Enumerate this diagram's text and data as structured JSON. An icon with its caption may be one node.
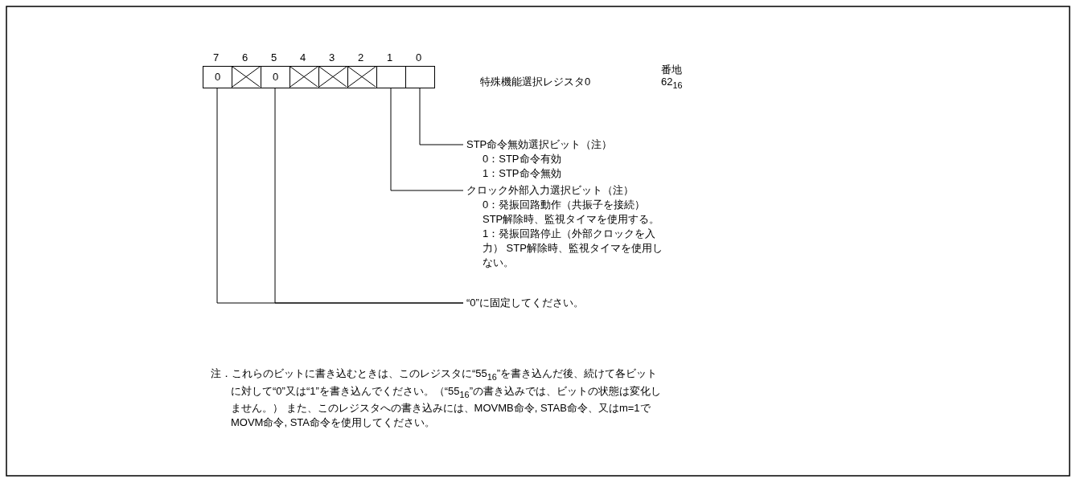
{
  "diagram": {
    "nodes": [
      {
        "text": [
          "0"
        ]
      },
      {
        "text": [],
        "shape": "box"
      },
      {
        "text": [
          "0"
        ]
      },
      {
        "text": [],
        "shape": "box"
      },
      {
        "text": [],
        "shape": "box"
      },
      {
        "text": [],
        "shape": "box"
      },
      {
        "text": [],
        "shape": "box"
      },
      {
        "text": [],
        "shape": "box"
      },
      {
        "text": [
          "STP命令無効選択ビット（注）",
          "0：STP命令有効",
          "1：STP命令無効"
        ]
      },
      {
        "text": [
          "クロック外部入力選択ビット（注）",
          "0：発振回路動作（共振子を接続） STP解除時、監視タイマを使用する。",
          "1：発振回路停止（外部クロックを入力） STP解除時、監視タイマを使用しない。"
        ]
      },
      {
        "text": [
          "“0”に固定してください。"
        ]
      }
    ],
    "edges": [
      {
        "from": 7,
        "to": 8,
        "arrow": "none"
      },
      {
        "from": 6,
        "to": 9,
        "arrow": "none"
      },
      {
        "from": 0,
        "to": 10,
        "arrow": "none"
      },
      {
        "from": 2,
        "to": 10,
        "arrow": "none"
      }
    ],
    "labels": [
      "7",
      "6",
      "5",
      "4",
      "3",
      "2",
      "1",
      "0",
      "番地",
      "特殊機能選択レジスタ0",
      "62$_{16}$",
      "注．これらのビットに書き込むときは、このレジスタに“55$_{16}$”を書き込んだ後、続けて各ビットに対して“0”又は“1”を書き込んでください。（“55$_{16}$”の書き込みでは、ビットの状態は変化しません。） また、このレジスタへの書き込みには、MOVMB命令, STAB命令、又はm=1でMOVM命令, STA命令を使用してください。"
    ]
  }
}
